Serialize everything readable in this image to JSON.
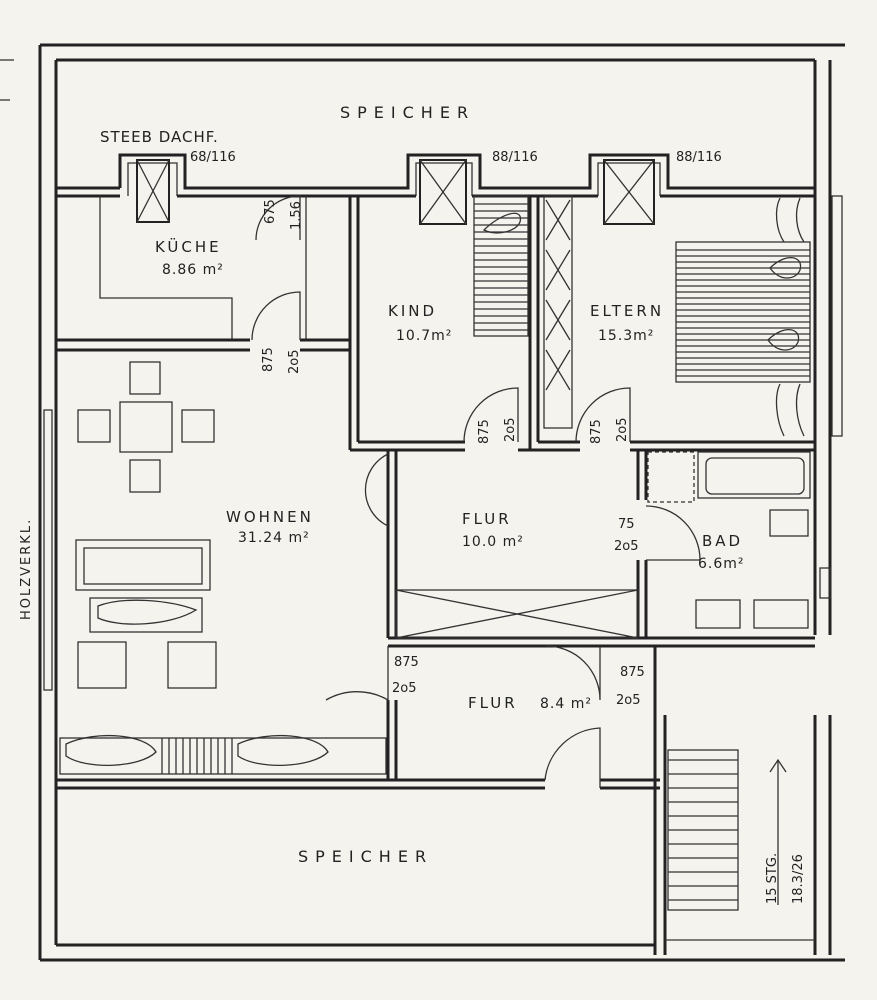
{
  "rooms": {
    "speicher_top": "SPEICHER",
    "speicher_bottom": "SPEICHER",
    "steeb": "STEEB DACHF.",
    "kueche": "KÜCHE",
    "kueche_area": "8.86 m²",
    "kind": "KIND",
    "kind_area": "10.7m²",
    "eltern": "ELTERN",
    "eltern_area": "15.3m²",
    "wohnen": "WOHNEN",
    "wohnen_area": "31.24 m²",
    "flur1": "FLUR",
    "flur1_area": "10.0 m²",
    "bad": "BAD",
    "bad_area": "6.6m²",
    "flur2": "FLUR",
    "flur2_area": "8.4 m²",
    "holz": "HOLZVERKL."
  },
  "windows": {
    "w1": "68/116",
    "w2": "88/116",
    "w3": "88/116"
  },
  "doors": {
    "kueche_side_a": "675",
    "kueche_side_b": "1.56",
    "kueche_a": "875",
    "kueche_b": "2o5",
    "kind_a": "875",
    "kind_b": "2o5",
    "eltern_a": "875",
    "eltern_b": "2o5",
    "bad_a": "75",
    "bad_b": "2o5",
    "wohnen_a": "875",
    "wohnen_b": "2o5",
    "flur_a": "875",
    "flur_b": "2o5"
  },
  "stairs": {
    "label_a": "15 STG.",
    "label_b": "18.3/26"
  }
}
